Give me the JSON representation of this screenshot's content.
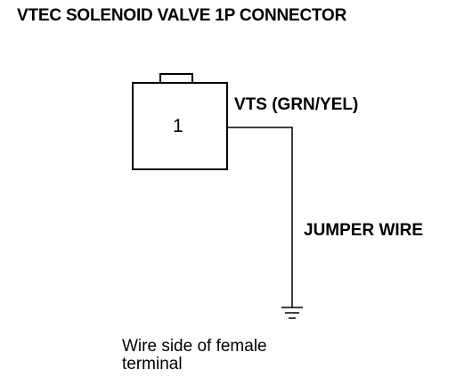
{
  "title": "VTEC SOLENOID VALVE 1P CONNECTOR",
  "connector": {
    "pin_number": "1"
  },
  "wire": {
    "label": "VTS (GRN/YEL)"
  },
  "jumper": {
    "label": "JUMPER WIRE"
  },
  "caption": {
    "line1": "Wire side of female",
    "line2": "terminal"
  },
  "icons": {
    "ground": "ground-symbol-icon"
  },
  "colors": {
    "line": "#000000",
    "background": "#ffffff"
  }
}
